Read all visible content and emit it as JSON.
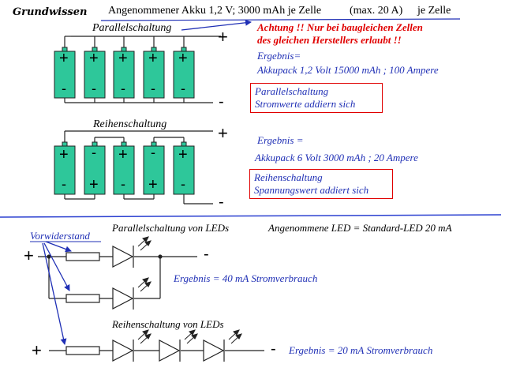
{
  "header": {
    "title": "Grundwissen",
    "assumption": "Angenommener Akku 1,2 V; 3000 mAh je Zelle",
    "max": "(max. 20 A)",
    "per_cell": "je Zelle"
  },
  "parallel": {
    "label": "Parallelschaltung",
    "plus": "+",
    "minus": "-",
    "warning_line1": "Achtung !! Nur bei baugleichen Zellen",
    "warning_line2": "des gleichen Herstellers erlaubt !!",
    "result_label": "Ergebnis=",
    "result_value": "Akkupack 1,2 Volt 15000 mAh ; 100 Ampere",
    "box_line1": "Parallelschaltung",
    "box_line2": "Stromwerte addiern sich"
  },
  "series": {
    "label": "Reihenschaltung",
    "plus": "+",
    "minus": "-",
    "result_label": "Ergebnis =",
    "result_value": "Akkupack 6 Volt 3000 mAh ; 20 Ampere",
    "box_line1": "Reihenschaltung",
    "box_line2": "Spannungswert addiert sich"
  },
  "led_section": {
    "resistor_label": "Vorwiderstand",
    "parallel_label": "Parallelschaltung von LEDs",
    "assumption": "Angenommene LED = Standard-LED 20 mA",
    "parallel_result": "Ergebnis = 40 mA Stromverbrauch",
    "series_label": "Reihenschaltung von LEDs",
    "series_result": "Ergebnis = 20 mA Stromverbrauch",
    "plus": "+",
    "minus": "-"
  },
  "colors": {
    "cell_fill": "#2ec79a",
    "text_blue": "#1f2fb5",
    "text_red": "#e00000",
    "divider": "#2a3fd0"
  }
}
